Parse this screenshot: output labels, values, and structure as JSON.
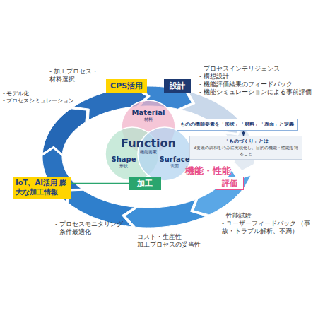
{
  "diagram": {
    "nodes": [
      {
        "text": [
          "CPS活用"
        ]
      },
      {
        "text": [
          "設計"
        ]
      },
      {
        "text": [
          "Material",
          "材料"
        ]
      },
      {
        "text": [
          "Shape",
          "形状"
        ]
      },
      {
        "text": [
          "Surface",
          "表面"
        ]
      },
      {
        "text": [
          "ものの機能要素を「形状」「材料」「表面」と定義"
        ]
      },
      {
        "text": [
          "「ものづくり」とは",
          "3要素の調和を巧みに実現化し、目的の機能・性能を得ること"
        ]
      },
      {
        "text": [
          "評価"
        ]
      },
      {
        "text": [
          "加工"
        ]
      },
      {
        "text": [
          "IoT、AI活用 膨大な加工情報"
        ]
      }
    ],
    "edges": [
      {
        "from": 5,
        "to": 6,
        "arrow": "to"
      },
      {
        "from": 9,
        "to": 8,
        "arrow": "none"
      }
    ],
    "labels": [
      "- 加工プロセス・ 材料選択",
      "- モデル化",
      "- プロセスシミュレーション",
      "- プロセスインテリジェンス",
      "- 構想設計",
      "- 機能評価結果のフィードバック",
      "- 機能シミュレーションによる事前評価",
      "Function",
      "機能要素",
      "機能・性能",
      "- 性能試験",
      "- ユーザーフィードバック （事故・トラブル解析、不満）",
      "- プロセスモニタリング",
      "- 条件最適化",
      "- コスト・生産性",
      "- 加工プロセスの妥当性"
    ]
  }
}
